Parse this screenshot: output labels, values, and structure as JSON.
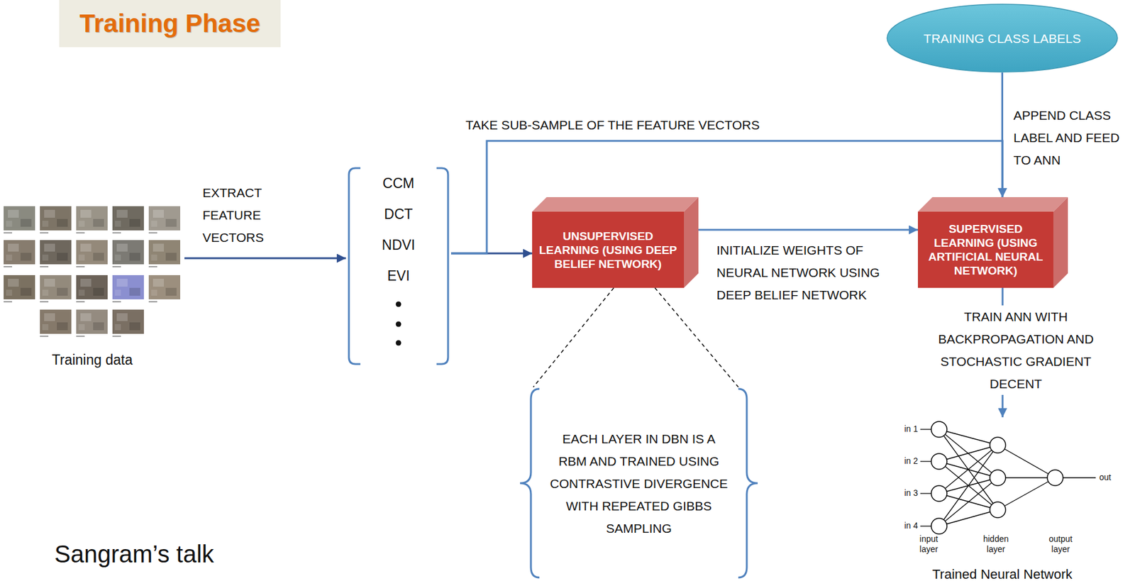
{
  "diagram": {
    "title": "Training Phase",
    "nodes": [
      {
        "text": [
          "Training data"
        ]
      },
      {
        "text": [
          "CCM",
          "DCT",
          "NDVI",
          "EVI"
        ]
      },
      {
        "text": [
          "UNSUPERVISED LEARNING (USING DEEP BELIEF NETWORK)"
        ]
      },
      {
        "text": [
          "EACH LAYER IN DBN IS A RBM AND TRAINED USING CONTRASTIVE DIVERGENCE WITH REPEATED GIBBS SAMPLING"
        ]
      },
      {
        "text": [
          "TRAINING CLASS LABELS"
        ]
      },
      {
        "text": [
          "SUPERVISED LEARNING (USING ARTIFICIAL NEURAL NETWORK)"
        ]
      },
      {
        "text": [
          "Trained Neural Network"
        ]
      }
    ],
    "edges": [
      {
        "from": 0,
        "to": 1,
        "arrow": "to",
        "label": "EXTRACT FEATURE VECTORS"
      },
      {
        "from": 1,
        "to": 2,
        "arrow": "to"
      },
      {
        "from": 1,
        "to": 5,
        "arrow": "to",
        "label": "TAKE SUB-SAMPLE OF THE FEATURE VECTORS"
      },
      {
        "from": 2,
        "to": 5,
        "arrow": "to",
        "label": "INITIALIZE WEIGHTS OF NEURAL NETWORK USING DEEP BELIEF NETWORK"
      },
      {
        "from": 2,
        "to": 3,
        "arrow": "none"
      },
      {
        "from": 4,
        "to": 5,
        "arrow": "to",
        "label": "APPEND CLASS LABEL AND FEED TO ANN"
      },
      {
        "from": 5,
        "to": 6,
        "arrow": "to",
        "label": "TRAIN ANN WITH BACKPROPAGATION AND STOCHASTIC GRADIENT DECENT"
      }
    ],
    "labels": [
      "in 1",
      "in 2",
      "in 3",
      "in 4",
      "out",
      "input layer",
      "hidden layer",
      "output layer",
      "Sangram’s talk"
    ]
  }
}
